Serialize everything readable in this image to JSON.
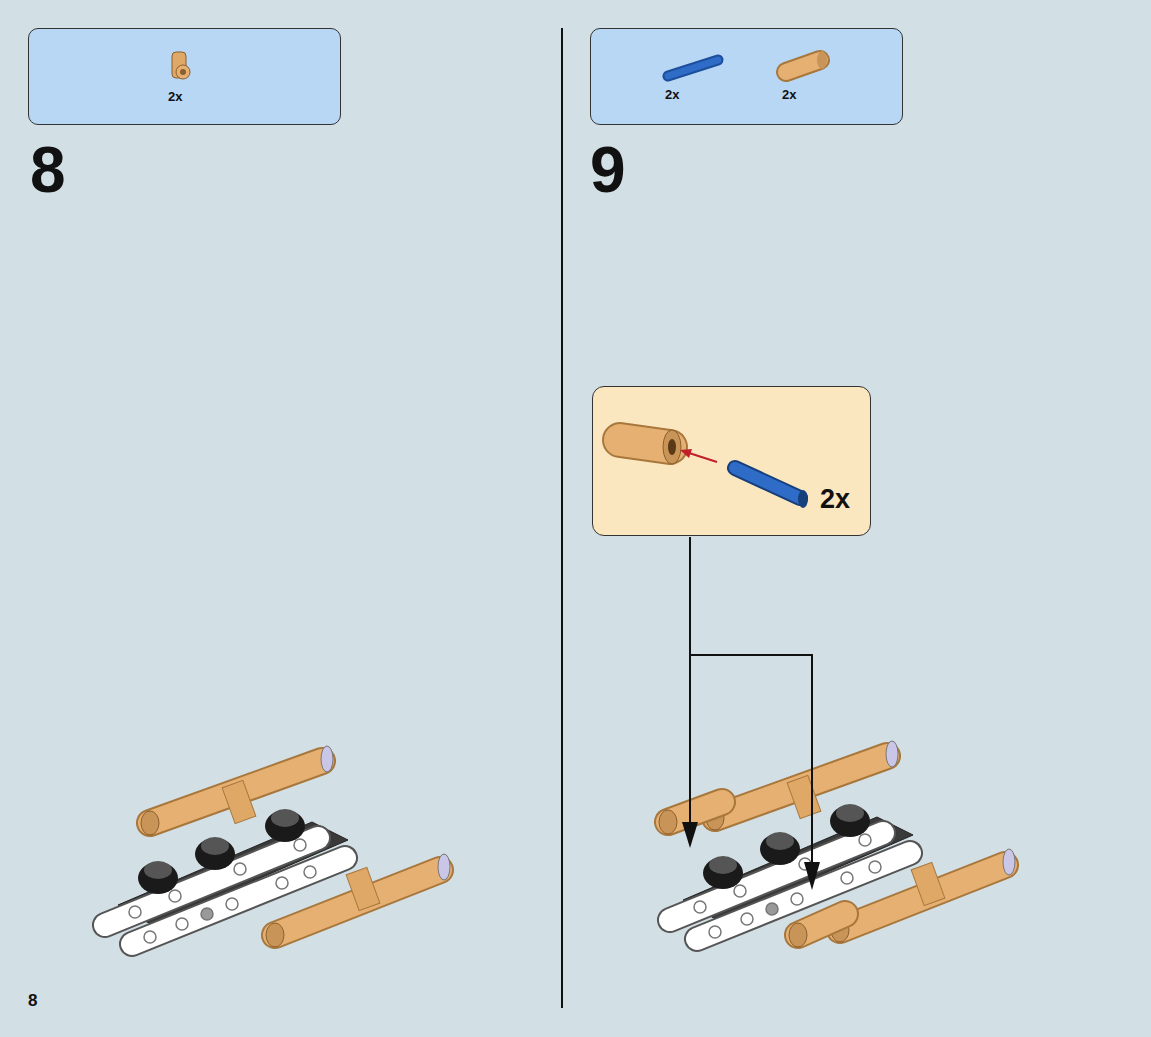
{
  "diagram": {
    "nodes": [
      {
        "text": [
          "2x"
        ]
      },
      {
        "text": [
          "2x",
          "2x"
        ]
      },
      {
        "text": [
          "2x"
        ]
      }
    ],
    "labels": [
      "8",
      "9",
      "8"
    ]
  }
}
